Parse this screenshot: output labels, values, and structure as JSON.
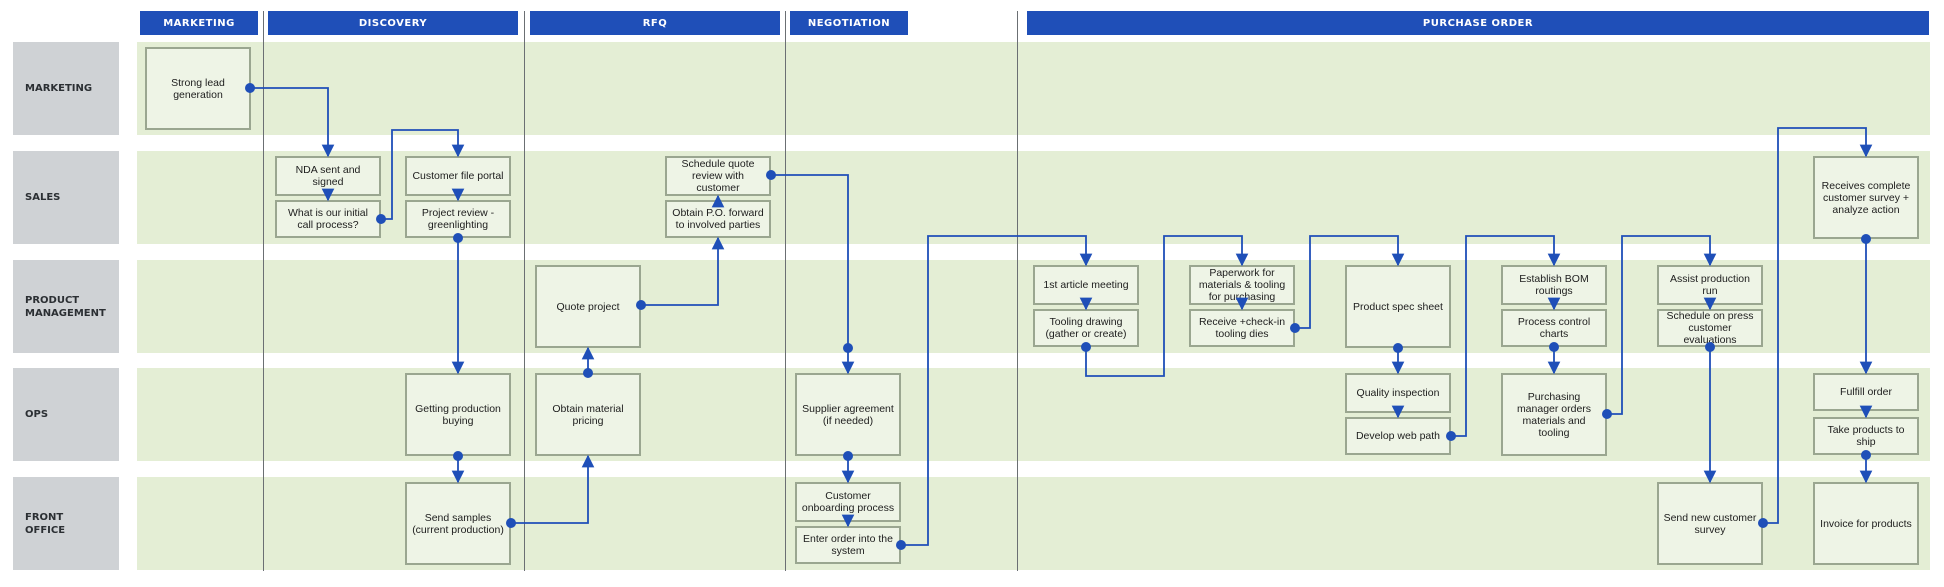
{
  "phases": {
    "marketing": "MARKETING",
    "discovery": "DISCOVERY",
    "rfq": "RFQ",
    "negotiation": "NEGOTIATION",
    "purchase_order": "PURCHASE ORDER"
  },
  "lanes": {
    "marketing": "MARKETING",
    "sales": "SALES",
    "product_management": "PRODUCT\nMANAGEMENT",
    "ops": "OPS",
    "front_office": "FRONT\nOFFICE"
  },
  "steps": {
    "strong_lead": "Strong lead generation",
    "nda": "NDA sent and signed",
    "initial_call": "What is our initial call process?",
    "customer_file": "Customer file portal",
    "project_review": "Project review - greenlighting",
    "schedule_quote": "Schedule quote review with customer",
    "obtain_po": "Obtain P.O. forward to involved parties",
    "quote_project": "Quote project",
    "getting_production": "Getting production buying",
    "obtain_material": "Obtain material pricing",
    "supplier_agreement": "Supplier agreement (if needed)",
    "send_samples": "Send samples (current production)",
    "customer_onboarding": "Customer onboarding process",
    "enter_order": "Enter order into the system",
    "first_article": "1st article meeting",
    "tooling_drawing": "Tooling drawing (gather or create)",
    "paperwork": "Paperwork for materials & tooling for purchasing",
    "receive_checkin": "Receive +check-in tooling dies",
    "product_spec": "Product spec sheet",
    "quality_inspection": "Quality inspection",
    "develop_web_path": "Develop web path",
    "establish_bom": "Establish BOM routings",
    "process_control": "Process control charts",
    "purchasing_manager": "Purchasing manager orders materials and tooling",
    "assist_production": "Assist production run",
    "schedule_on_press": "Schedule on press customer evaluations",
    "send_survey": "Send new customer survey",
    "receives_survey": "Receives complete customer survey + analyze action",
    "fulfill_order": "Fulfill order",
    "take_products": "Take products to ship",
    "invoice": "Invoice for products"
  },
  "colors": {
    "accent": "#1f4fb8",
    "lane_band": "#e4eed5",
    "box_fill": "#eef4e6",
    "box_border": "#9aa690",
    "lane_label": "#cfd2d5"
  }
}
